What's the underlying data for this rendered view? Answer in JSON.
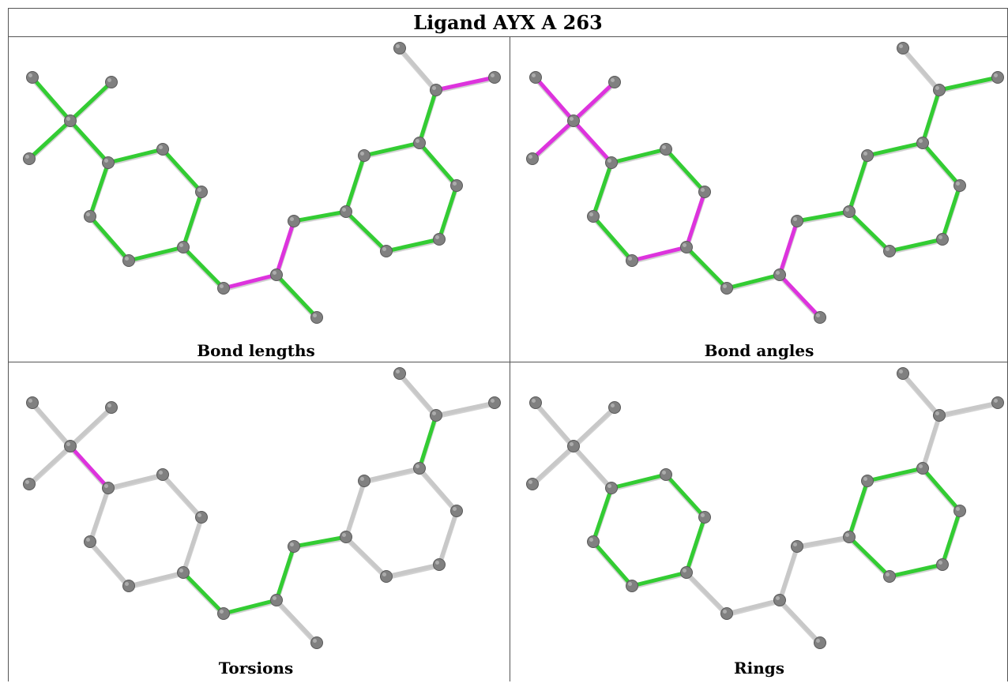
{
  "title": "Ligand AYX A 263",
  "colors": {
    "good": "#33cc33",
    "outlier": "#dd33dd",
    "neutral": "#c8c8c8",
    "atom": "#808080",
    "atom_edge": "#5a5a5a"
  },
  "panels": [
    {
      "caption": "Bond lengths",
      "bond_status": {
        "CX-CM1": "good",
        "CX-CM2": "good",
        "CX-CM3": "good",
        "CX-C1": "good",
        "C1-C2": "good",
        "C2-C3": "good",
        "C3-C4": "good",
        "C4-C5": "good",
        "C5-C6": "good",
        "C6-C1": "good",
        "C4-CH2": "good",
        "CH2-CN": "outlier",
        "CN-CMe": "good",
        "CN-N1": "outlier",
        "N1-D4": "good",
        "D4-D3": "good",
        "D3-D2": "good",
        "D2-D1": "good",
        "D1-D6": "good",
        "D6-D5": "good",
        "D5-D4": "good",
        "D2-CA": "good",
        "CA-OX": "neutral",
        "CA-MA": "outlier"
      }
    },
    {
      "caption": "Bond angles",
      "bond_status": {
        "CX-CM1": "outlier",
        "CX-CM2": "outlier",
        "CX-CM3": "outlier",
        "CX-C1": "outlier",
        "C1-C2": "good",
        "C2-C3": "good",
        "C3-C4": "outlier",
        "C4-C5": "outlier",
        "C5-C6": "good",
        "C6-C1": "good",
        "C4-CH2": "good",
        "CH2-CN": "good",
        "CN-CMe": "outlier",
        "CN-N1": "outlier",
        "N1-D4": "good",
        "D4-D3": "good",
        "D3-D2": "good",
        "D2-D1": "good",
        "D1-D6": "good",
        "D6-D5": "good",
        "D5-D4": "good",
        "D2-CA": "good",
        "CA-OX": "neutral",
        "CA-MA": "good"
      }
    },
    {
      "caption": "Torsions",
      "bond_status": {
        "CX-CM1": "neutral",
        "CX-CM2": "neutral",
        "CX-CM3": "neutral",
        "CX-C1": "outlier",
        "C1-C2": "neutral",
        "C2-C3": "neutral",
        "C3-C4": "neutral",
        "C4-C5": "neutral",
        "C5-C6": "neutral",
        "C6-C1": "neutral",
        "C4-CH2": "good",
        "CH2-CN": "good",
        "CN-CMe": "neutral",
        "CN-N1": "good",
        "N1-D4": "good",
        "D4-D3": "neutral",
        "D3-D2": "neutral",
        "D2-D1": "neutral",
        "D1-D6": "neutral",
        "D6-D5": "neutral",
        "D5-D4": "neutral",
        "D2-CA": "good",
        "CA-OX": "neutral",
        "CA-MA": "neutral"
      }
    },
    {
      "caption": "Rings",
      "bond_status": {
        "CX-CM1": "neutral",
        "CX-CM2": "neutral",
        "CX-CM3": "neutral",
        "CX-C1": "neutral",
        "C1-C2": "good",
        "C2-C3": "good",
        "C3-C4": "good",
        "C4-C5": "good",
        "C5-C6": "good",
        "C6-C1": "good",
        "C4-CH2": "neutral",
        "CH2-CN": "neutral",
        "CN-CMe": "neutral",
        "CN-N1": "neutral",
        "N1-D4": "neutral",
        "D4-D3": "good",
        "D3-D2": "good",
        "D2-D1": "good",
        "D1-D6": "good",
        "D6-D5": "good",
        "D5-D4": "good",
        "D2-CA": "neutral",
        "CA-OX": "neutral",
        "CA-MA": "neutral"
      }
    }
  ]
}
